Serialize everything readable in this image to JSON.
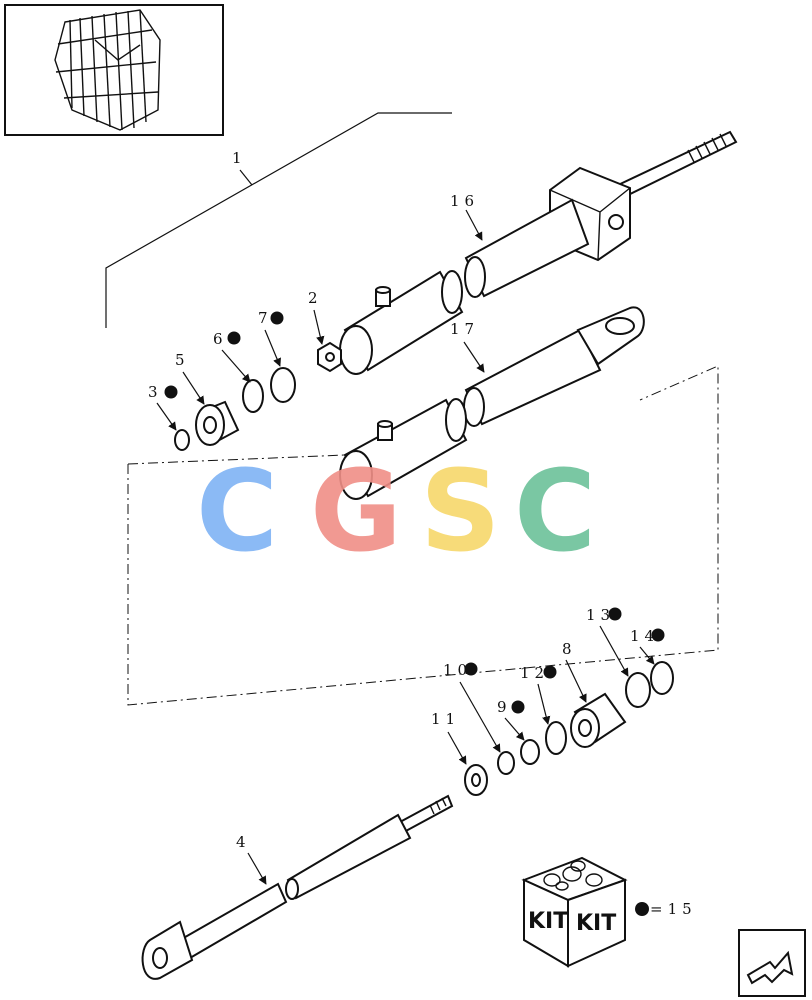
{
  "labels": {
    "p1": "1",
    "p2": "2",
    "p3": "3",
    "p4": "4",
    "p5": "5",
    "p6": "6",
    "p7": "7",
    "p8": "8",
    "p9": "9",
    "p10": "10",
    "p11": "11",
    "p12": "12",
    "p13": "13",
    "p14": "14",
    "p16": "16",
    "p17": "17"
  },
  "kit": {
    "word_left": "KIT",
    "word_right": "KIT",
    "legend_value": "=15"
  },
  "watermark": {
    "c1": "C",
    "g": "G",
    "s": "S",
    "c2": "C",
    "colors": [
      "#7fb3f5",
      "#f08f87",
      "#f7d86b",
      "#6cc19a"
    ]
  },
  "icons": {
    "thumbnail": "baler-thumbnail-icon",
    "next_page": "return-arrow-icon",
    "kit_box": "kit-box-icon"
  }
}
